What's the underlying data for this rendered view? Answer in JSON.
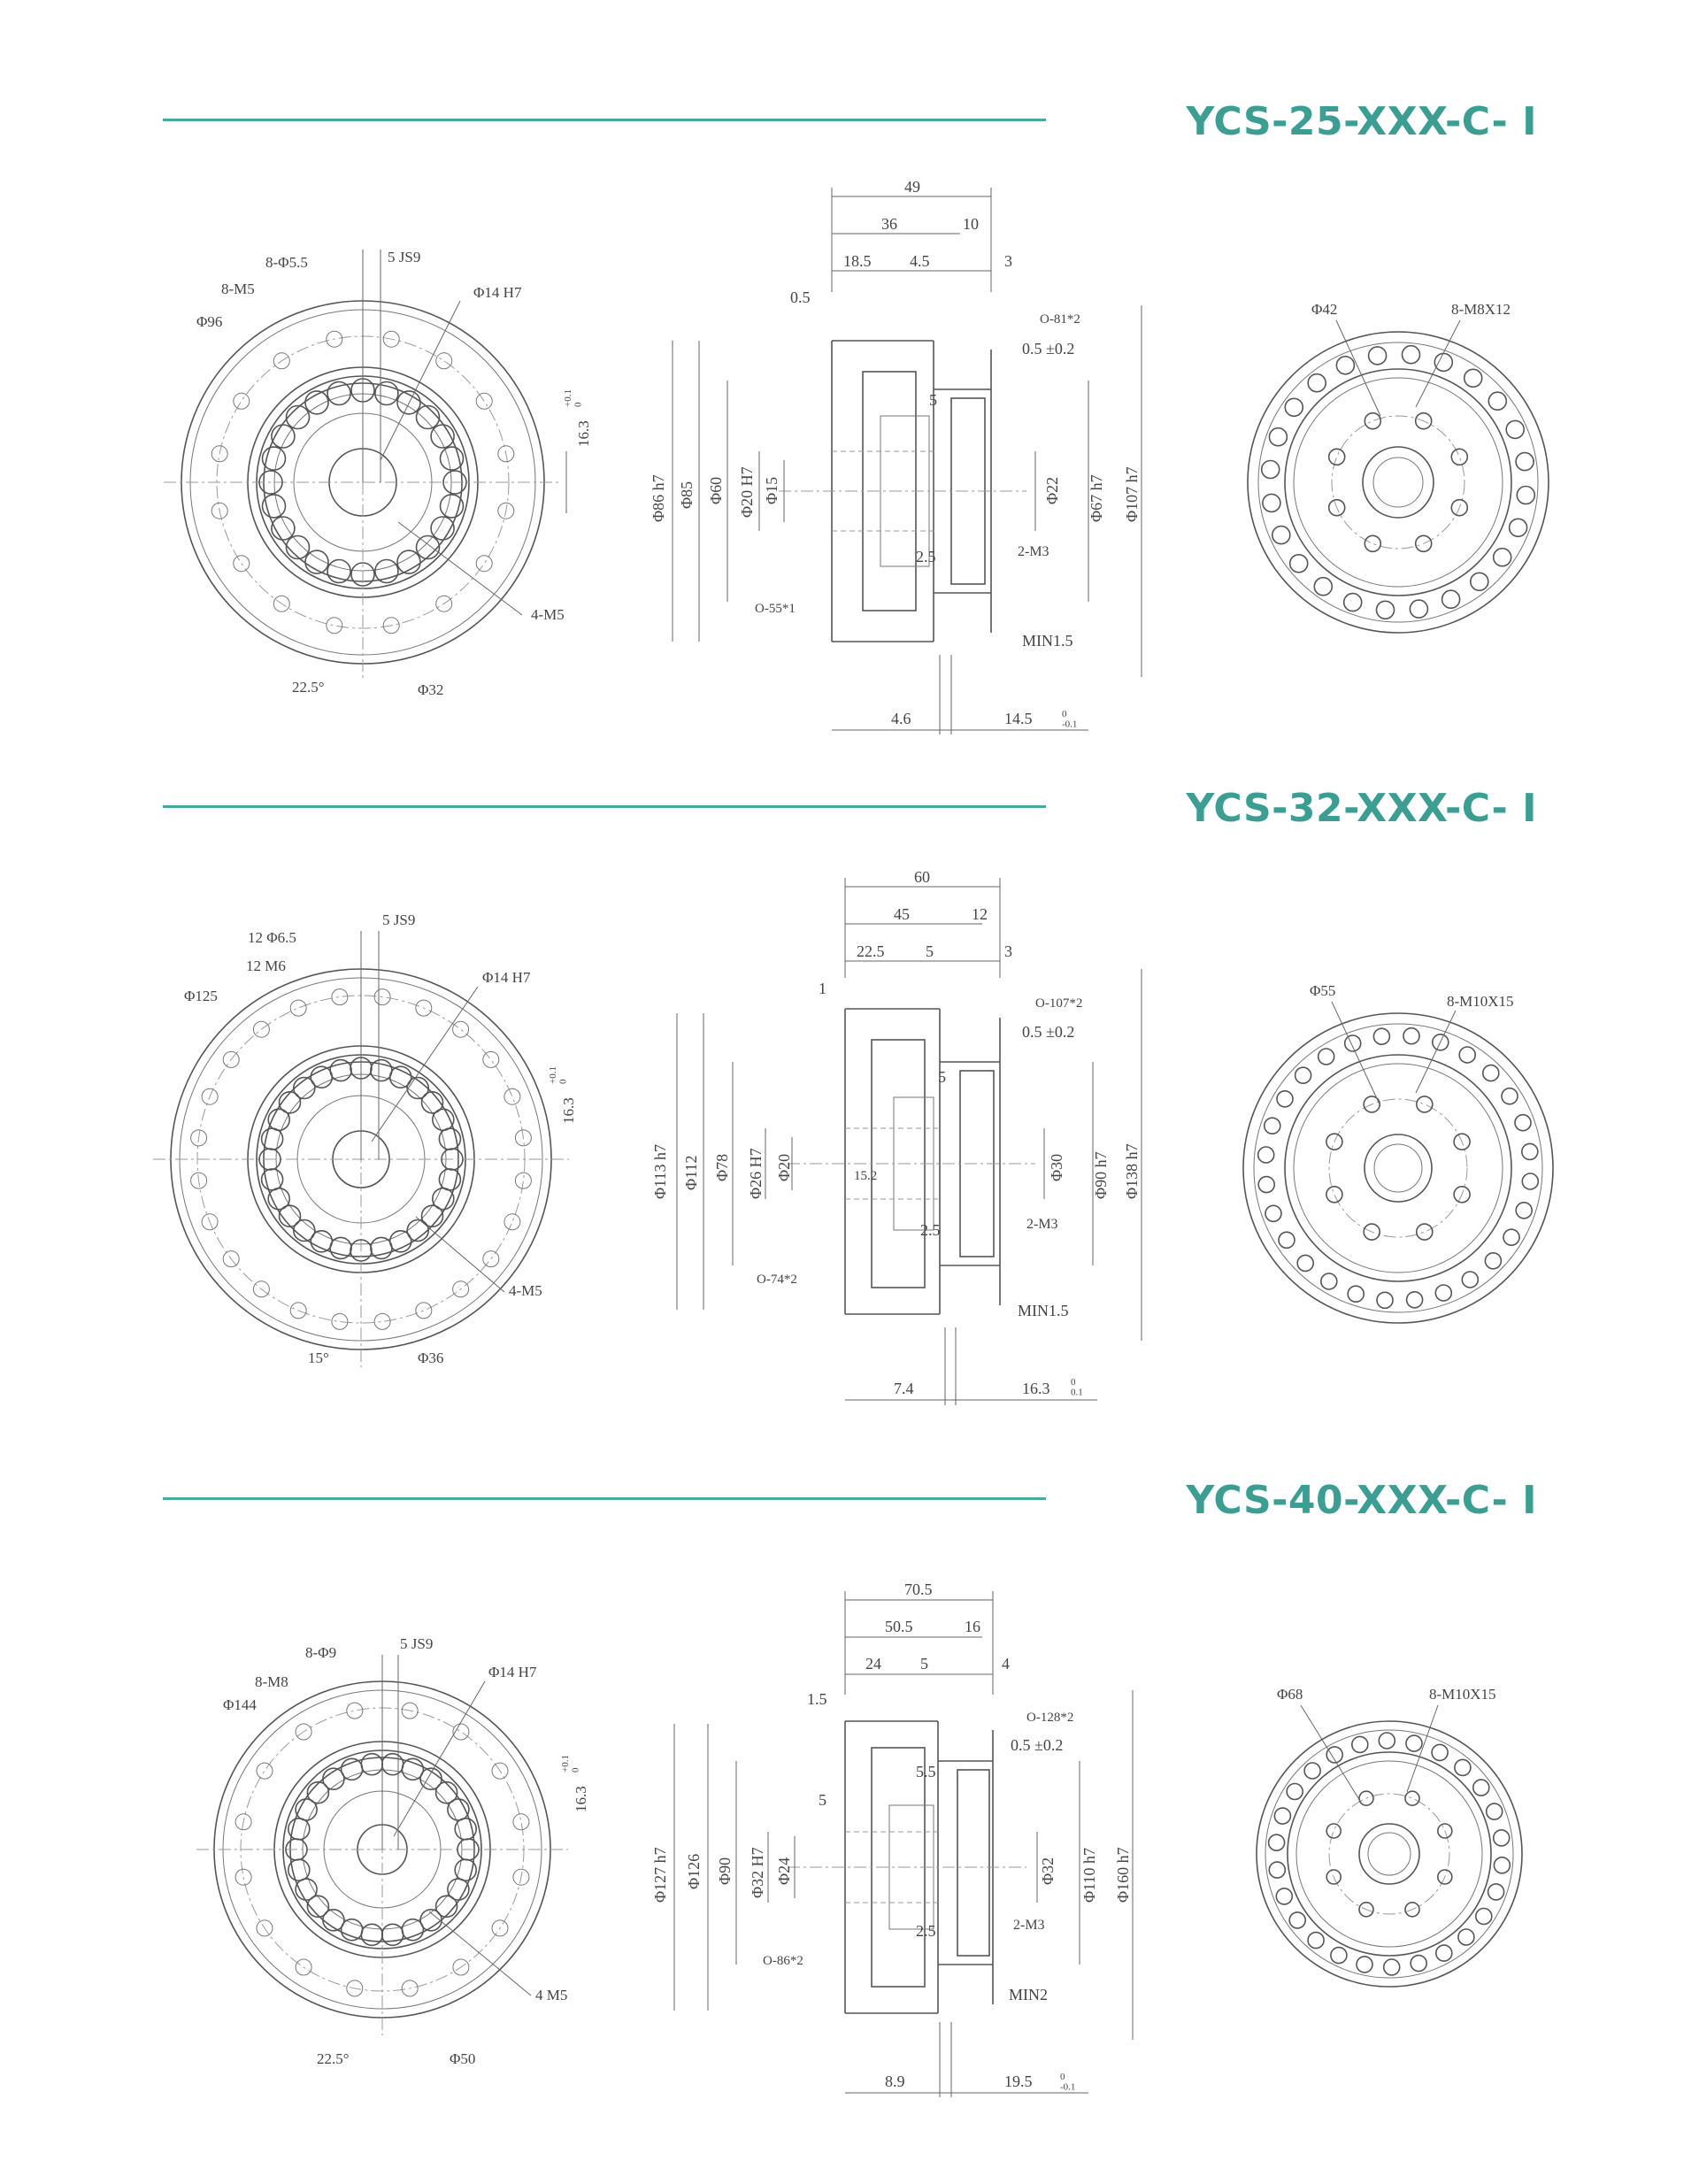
{
  "colors": {
    "accent": "#3c9e93",
    "rule": "#4aa8a0",
    "line": "#555555"
  },
  "sections": [
    {
      "title": "YCS-25-XXX-C- Ⅰ",
      "front": {
        "holes": "8-Φ5.5",
        "key": "5 JS9",
        "thread": "8-M5",
        "pcd": "Φ96",
        "bore": "Φ14 H7",
        "tol": "+0.1\n0",
        "keyh": "16.3",
        "tap": "4-M5",
        "angle": "22.5°",
        "pcd2": "Φ32"
      },
      "side": {
        "len_total": "49",
        "len_a": "36",
        "len_b": "10",
        "len_c": "18.5",
        "len_d": "4.5",
        "len_e": "3",
        "len_f": "0.5",
        "oring1": "O-81*2",
        "gap": "0.5 ±0.2",
        "step1": "5",
        "step2": "2.5",
        "tap2": "2-M3",
        "oring2": "O-55*1",
        "min": "MIN1.5",
        "bot1": "4.6",
        "bot2": "14.5",
        "bot2tol": "0\n-0.1",
        "d1": "Φ86 h7",
        "d2": "Φ85",
        "d3": "Φ60",
        "d4": "Φ20 H7",
        "d5": "Φ15",
        "d6": "Φ22",
        "d7": "Φ67 h7",
        "d8": "Φ107 h7"
      },
      "back": {
        "pcd": "Φ42",
        "thread": "8-M8X12"
      }
    },
    {
      "title": "YCS-32-XXX-C- Ⅰ",
      "front": {
        "holes": "12 Φ6.5",
        "key": "5 JS9",
        "thread": "12 M6",
        "pcd": "Φ125",
        "bore": "Φ14 H7",
        "tol": "+0.1\n0",
        "keyh": "16.3",
        "tap": "4-M5",
        "angle": "15°",
        "pcd2": "Φ36"
      },
      "side": {
        "len_total": "60",
        "len_a": "45",
        "len_b": "12",
        "len_c": "22.5",
        "len_d": "5",
        "len_e": "3",
        "len_f": "1",
        "oring1": "O-107*2",
        "gap": "0.5 ±0.2",
        "step1": "5",
        "step2": "2.5",
        "tap2": "2-M3",
        "oring2": "O-74*2",
        "min": "MIN1.5",
        "bot1": "7.4",
        "bot2": "16.3",
        "bot2tol": "0\n0.1",
        "inner": "15.2",
        "d1": "Φ113 h7",
        "d2": "Φ112",
        "d3": "Φ78",
        "d4": "Φ26 H7",
        "d5": "Φ20",
        "d6": "Φ30",
        "d7": "Φ90 h7",
        "d8": "Φ138 h7"
      },
      "back": {
        "pcd": "Φ55",
        "thread": "8-M10X15"
      }
    },
    {
      "title": "YCS-40-XXX-C- Ⅰ",
      "front": {
        "holes": "8-Φ9",
        "key": "5 JS9",
        "thread": "8-M8",
        "pcd": "Φ144",
        "bore": "Φ14 H7",
        "tol": "+0.1\n0",
        "keyh": "16.3",
        "tap": "4 M5",
        "angle": "22.5°",
        "pcd2": "Φ50"
      },
      "side": {
        "len_total": "70.5",
        "len_a": "50.5",
        "len_b": "16",
        "len_c": "24",
        "len_d": "5",
        "len_e": "4",
        "len_f": "1.5",
        "oring1": "O-128*2",
        "gap": "0.5 ±0.2",
        "step1": "5.5",
        "step1b": "5",
        "step2": "2.5",
        "tap2": "2-M3",
        "oring2": "O-86*2",
        "min": "MIN2",
        "bot1": "8.9",
        "bot2": "19.5",
        "bot2tol": "0\n-0.1",
        "d1": "Φ127 h7",
        "d2": "Φ126",
        "d3": "Φ90",
        "d4": "Φ32 H7",
        "d5": "Φ24",
        "d6": "Φ32",
        "d7": "Φ110 h7",
        "d8": "Φ160 h7"
      },
      "back": {
        "pcd": "Φ68",
        "thread": "8-M10X15"
      }
    }
  ]
}
